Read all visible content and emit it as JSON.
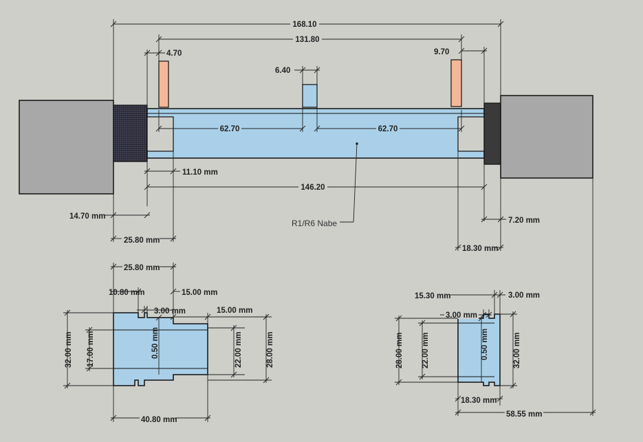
{
  "colors": {
    "background": "#cfcfca",
    "hub": "#a9d0e8",
    "spacer": "#f4b898",
    "block": "#a8a8a8",
    "dark": "#3a3a3a",
    "outline": "#111111"
  },
  "top_view": {
    "total_length": "168.10",
    "inner_length": "131.80",
    "left_spacer_width": "4.70",
    "right_spacer_width": "9.70",
    "center_spacer_width": "6.40",
    "left_half": "62.70",
    "right_half": "62.70",
    "left_inner_offset": "11.10 mm",
    "hub_length": "146.20",
    "left_offset": "14.70 mm",
    "left_bearing_pos": "25.80 mm",
    "right_offset": "7.20 mm",
    "right_bearing_pos": "18.30 mm",
    "hub_label": "R1/R6 Nabe"
  },
  "left_detail": {
    "width_top": "25.80 mm",
    "step_a": "10.80 mm",
    "step_b": "15.00 mm",
    "groove": "3.00 mm",
    "right_step": "15.00 mm",
    "outer_diameter": "32.00 mm",
    "inner_diameter": "17.00 mm",
    "groove_depth": "0.50 mm",
    "diameter_b": "22.00 mm",
    "diameter_c": "28.00 mm",
    "total_width": "40.80 mm"
  },
  "right_detail": {
    "step_a": "15.30 mm",
    "step_b": "3.00 mm",
    "groove": "3.00 mm",
    "diameter_a": "28.00 mm",
    "diameter_b": "22.00 mm",
    "groove_depth": "0.50 mm",
    "outer_diameter": "32.00 mm",
    "width": "18.30 mm",
    "total_offset": "58.55 mm"
  }
}
